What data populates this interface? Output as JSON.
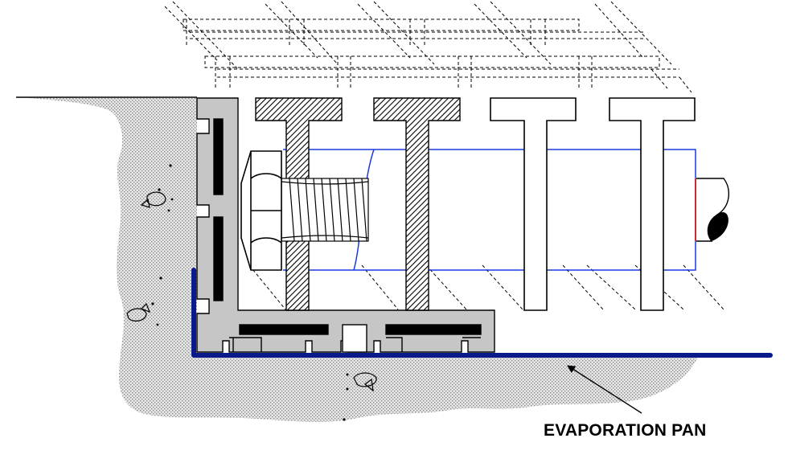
{
  "diagram": {
    "labels": {
      "evaporation_pan": "EVAPORATION PAN"
    },
    "colors": {
      "background": "#ffffff",
      "line": "#000000",
      "concrete_fill": "#e6e6e6",
      "concrete_dots": "#8c8c8c",
      "angle_frame": "#c6c6c6",
      "evaporation_pan": "#0a1a8a",
      "pipe_outline": "#1a3adb",
      "pipe_end": "#cc2b2b",
      "hatch": "#000000",
      "tee_fill": "#ffffff"
    },
    "icons": [
      "concrete-texture",
      "grating-grid",
      "hatched-tee-bar",
      "hex-bolt",
      "threaded-shank",
      "evaporation-pan",
      "leader-arrow"
    ]
  }
}
